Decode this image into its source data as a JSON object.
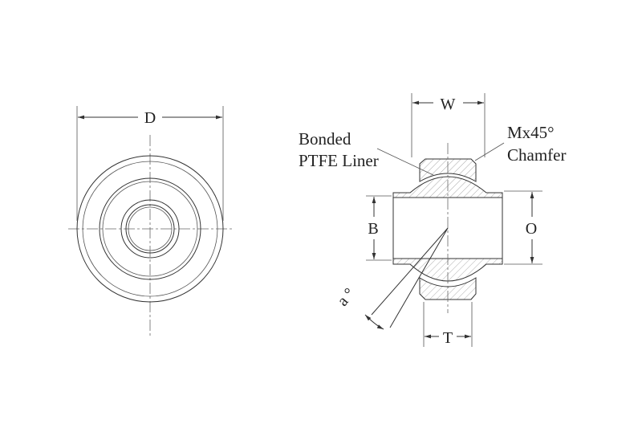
{
  "labels": {
    "dim_d": "D",
    "dim_w": "W",
    "dim_b": "B",
    "dim_o": "O",
    "dim_t": "T",
    "angle": "a °",
    "liner_line1": "Bonded",
    "liner_line2": "PTFE Liner",
    "chamfer_line1": "Mx45°",
    "chamfer_line2": "Chamfer"
  },
  "colors": {
    "line": "#333333",
    "hatch": "#777777",
    "background": "#ffffff"
  }
}
